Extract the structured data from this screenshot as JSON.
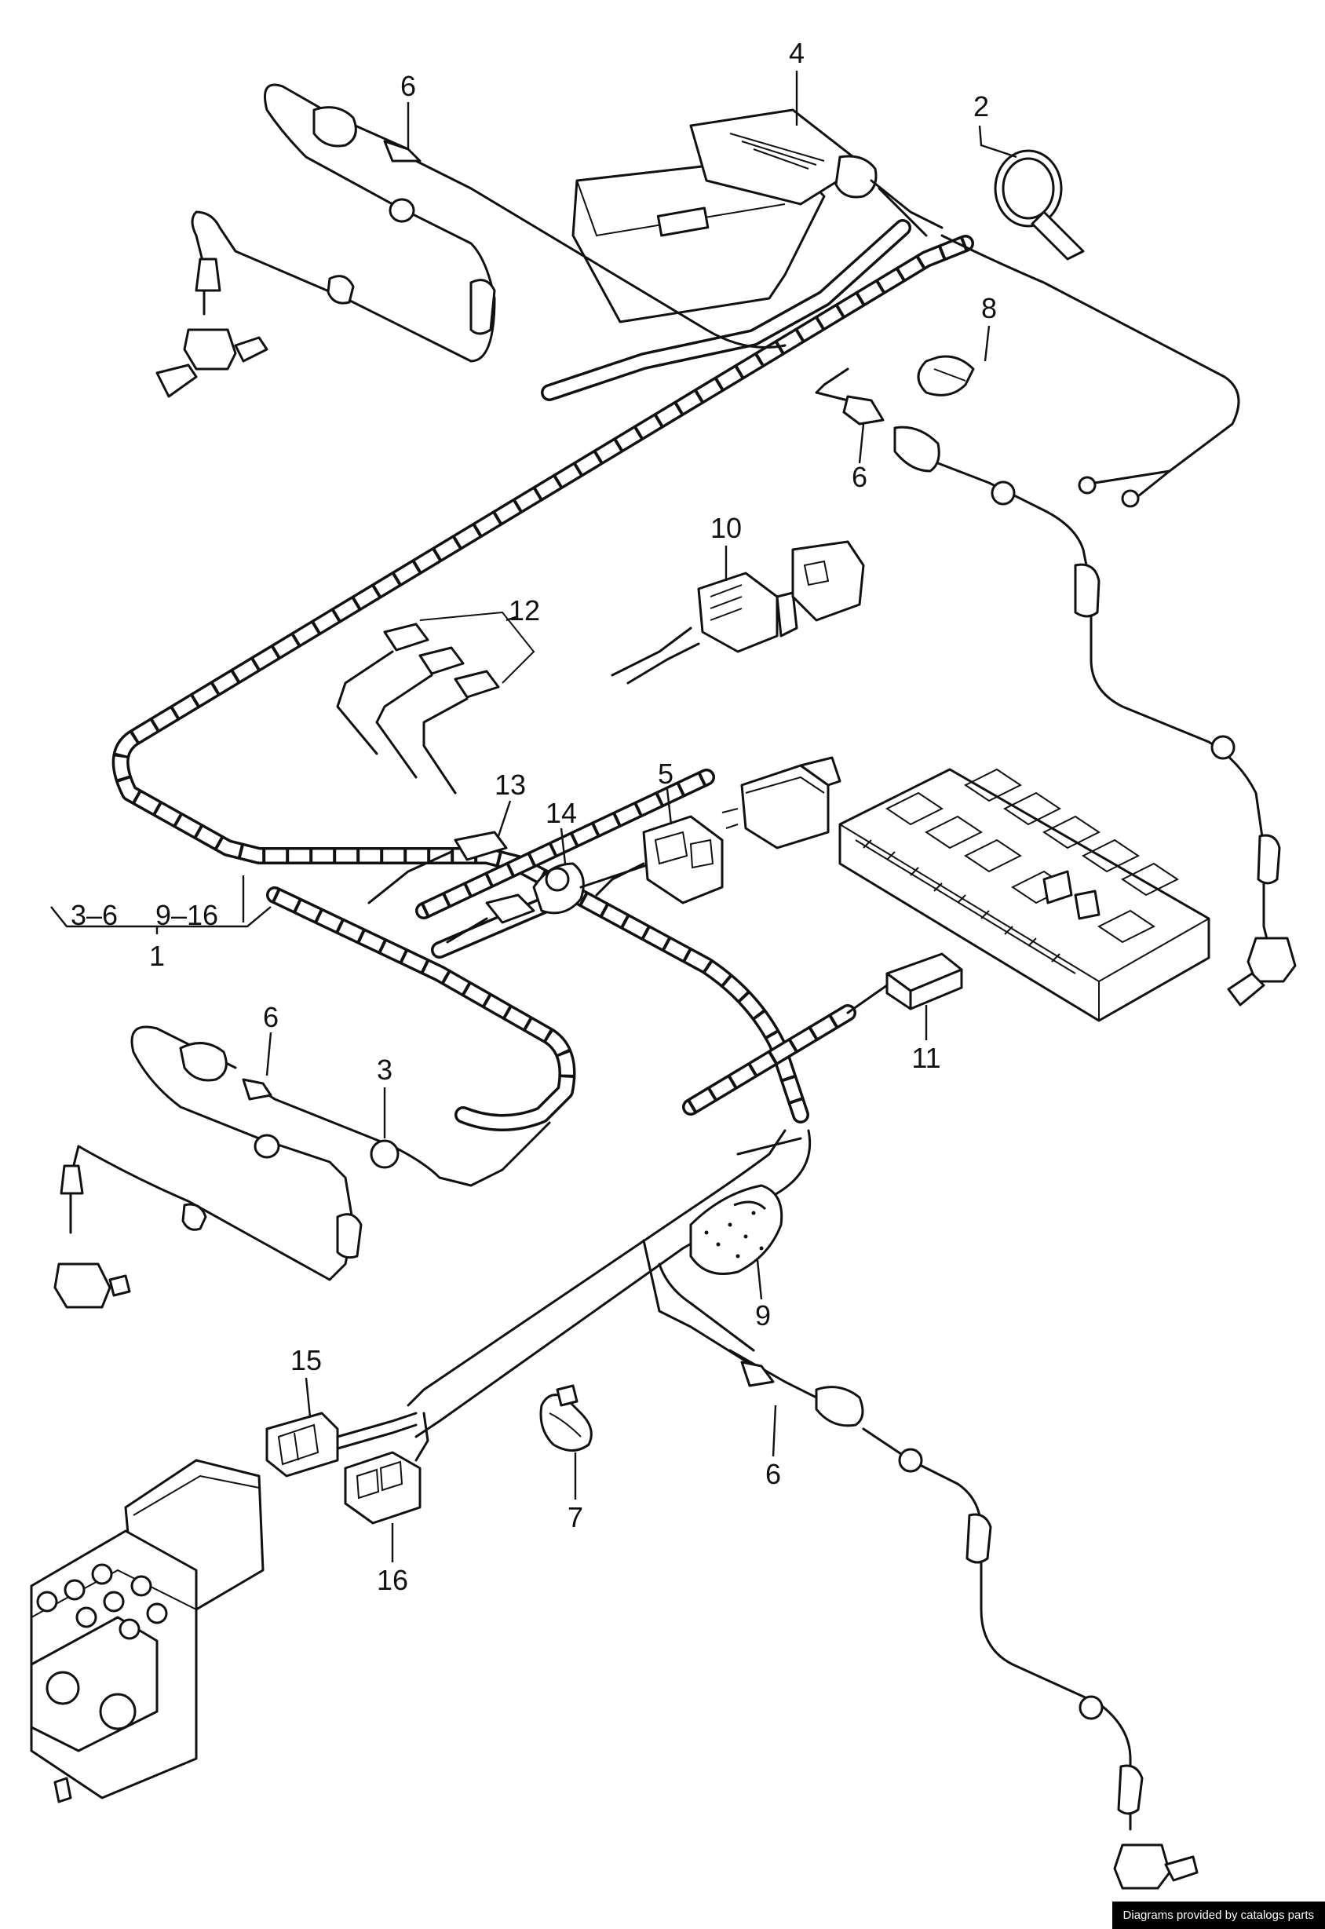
{
  "callouts": {
    "c1": "1",
    "c2": "2",
    "c3": "3",
    "c4": "4",
    "c5": "5",
    "c6a": "6",
    "c6b": "6",
    "c6c": "6",
    "c6d": "6",
    "c7": "7",
    "c8": "8",
    "c9": "9",
    "c10": "10",
    "c11": "11",
    "c12": "12",
    "c13": "13",
    "c14": "14",
    "c15": "15",
    "c16": "16"
  },
  "group_label": {
    "range_a": "3–6",
    "range_b": "9–16"
  },
  "credit": "Diagrams provided by catalogs parts"
}
